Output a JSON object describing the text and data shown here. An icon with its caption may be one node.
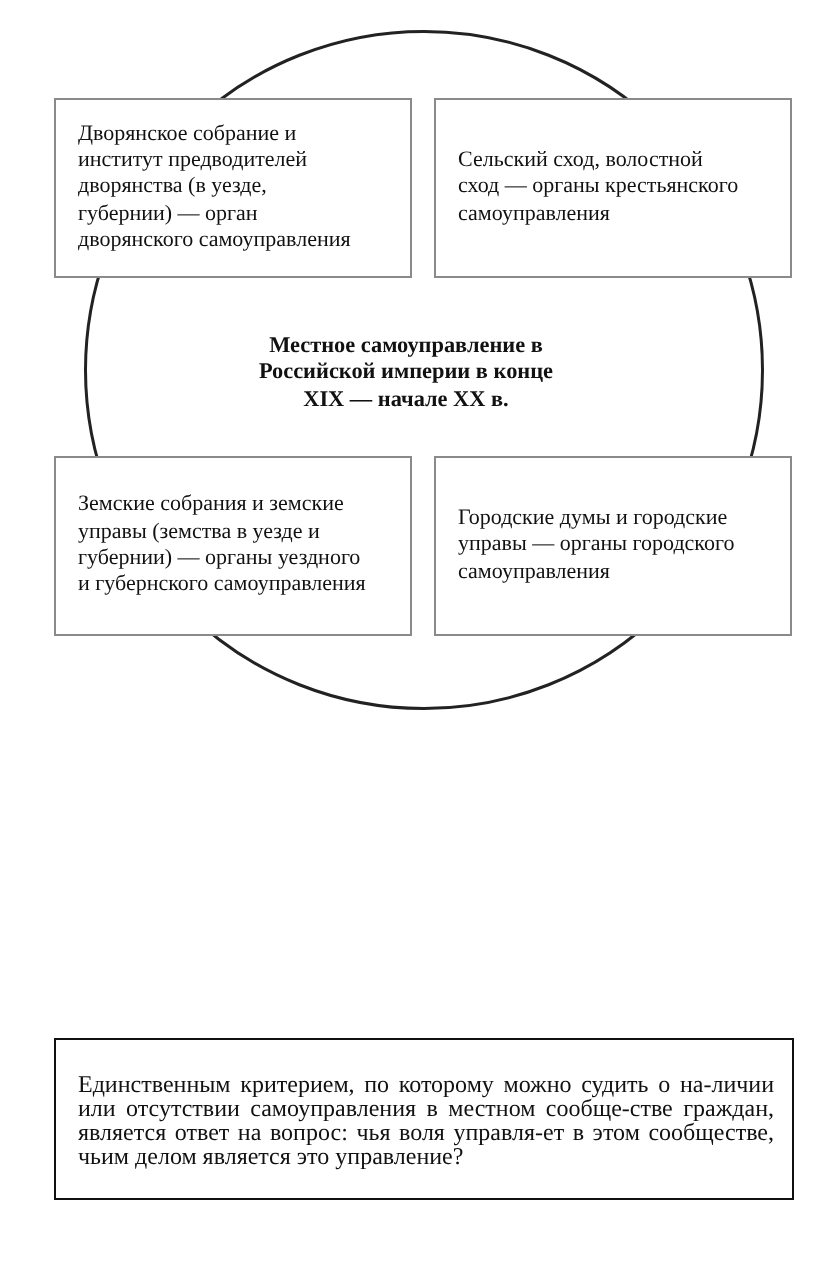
{
  "diagram": {
    "nodes": [
      {
        "text": [
          "Местное самоуправление в Российской империи в конце XIX — начале XX в."
        ]
      },
      {
        "text": [
          "Дворянское собрание и институт предводителей дворянства (в уезде, губернии) — орган дворянского самоуправления"
        ]
      },
      {
        "text": [
          "Сельский сход, волостной сход — органы крестьянского самоуправления"
        ]
      },
      {
        "text": [
          "Земские собрания и земские управы (земства в уезде и губернии) — органы уездного и губернского самоуправления"
        ]
      },
      {
        "text": [
          "Городские думы и городские управы — органы городского самоуправления"
        ]
      },
      {
        "text": [
          "Единственным критерием, по которому можно судить о на-личии или отсутствии самоуправления в местном сообще-стве граждан, является ответ на вопрос: чья воля управля-ет в этом сообществе, чьим делом является это управление?"
        ]
      }
    ]
  }
}
